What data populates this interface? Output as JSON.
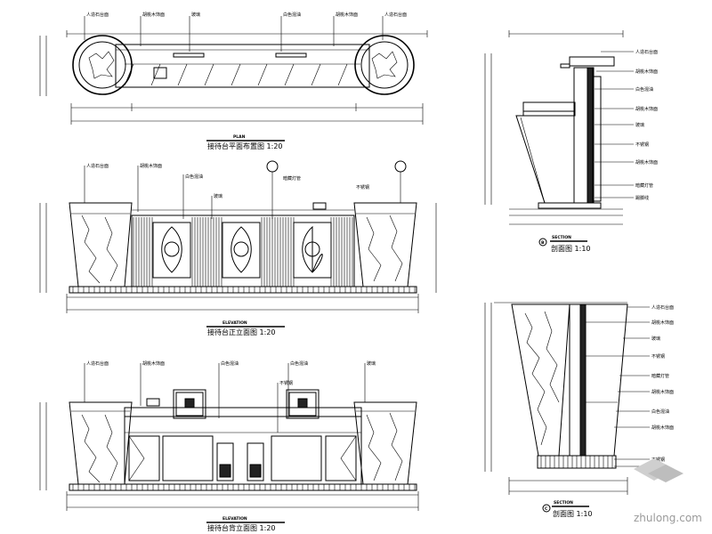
{
  "views": {
    "plan": {
      "caption": "接待台平面布置图 1:20",
      "tag": "PLAN"
    },
    "front": {
      "caption": "接待台正立面图 1:20",
      "tag": "ELEVATION"
    },
    "back": {
      "caption": "接待台背立面图 1:20",
      "tag": "ELEVATION"
    },
    "section_b": {
      "caption": "剖面图 1:10",
      "marker": "B",
      "tag": "SECTION"
    },
    "section_c": {
      "caption": "剖面图 1:10",
      "marker": "C",
      "tag": "SECTION"
    }
  },
  "labels": {
    "marble": "人造石台面",
    "wood": "胡桃木饰面",
    "glass": "玻璃",
    "paint": "白色混油",
    "steel": "不锈钢",
    "light": "暗藏灯管",
    "base": "踢脚线"
  },
  "watermark": {
    "text": "zhulong.com"
  }
}
